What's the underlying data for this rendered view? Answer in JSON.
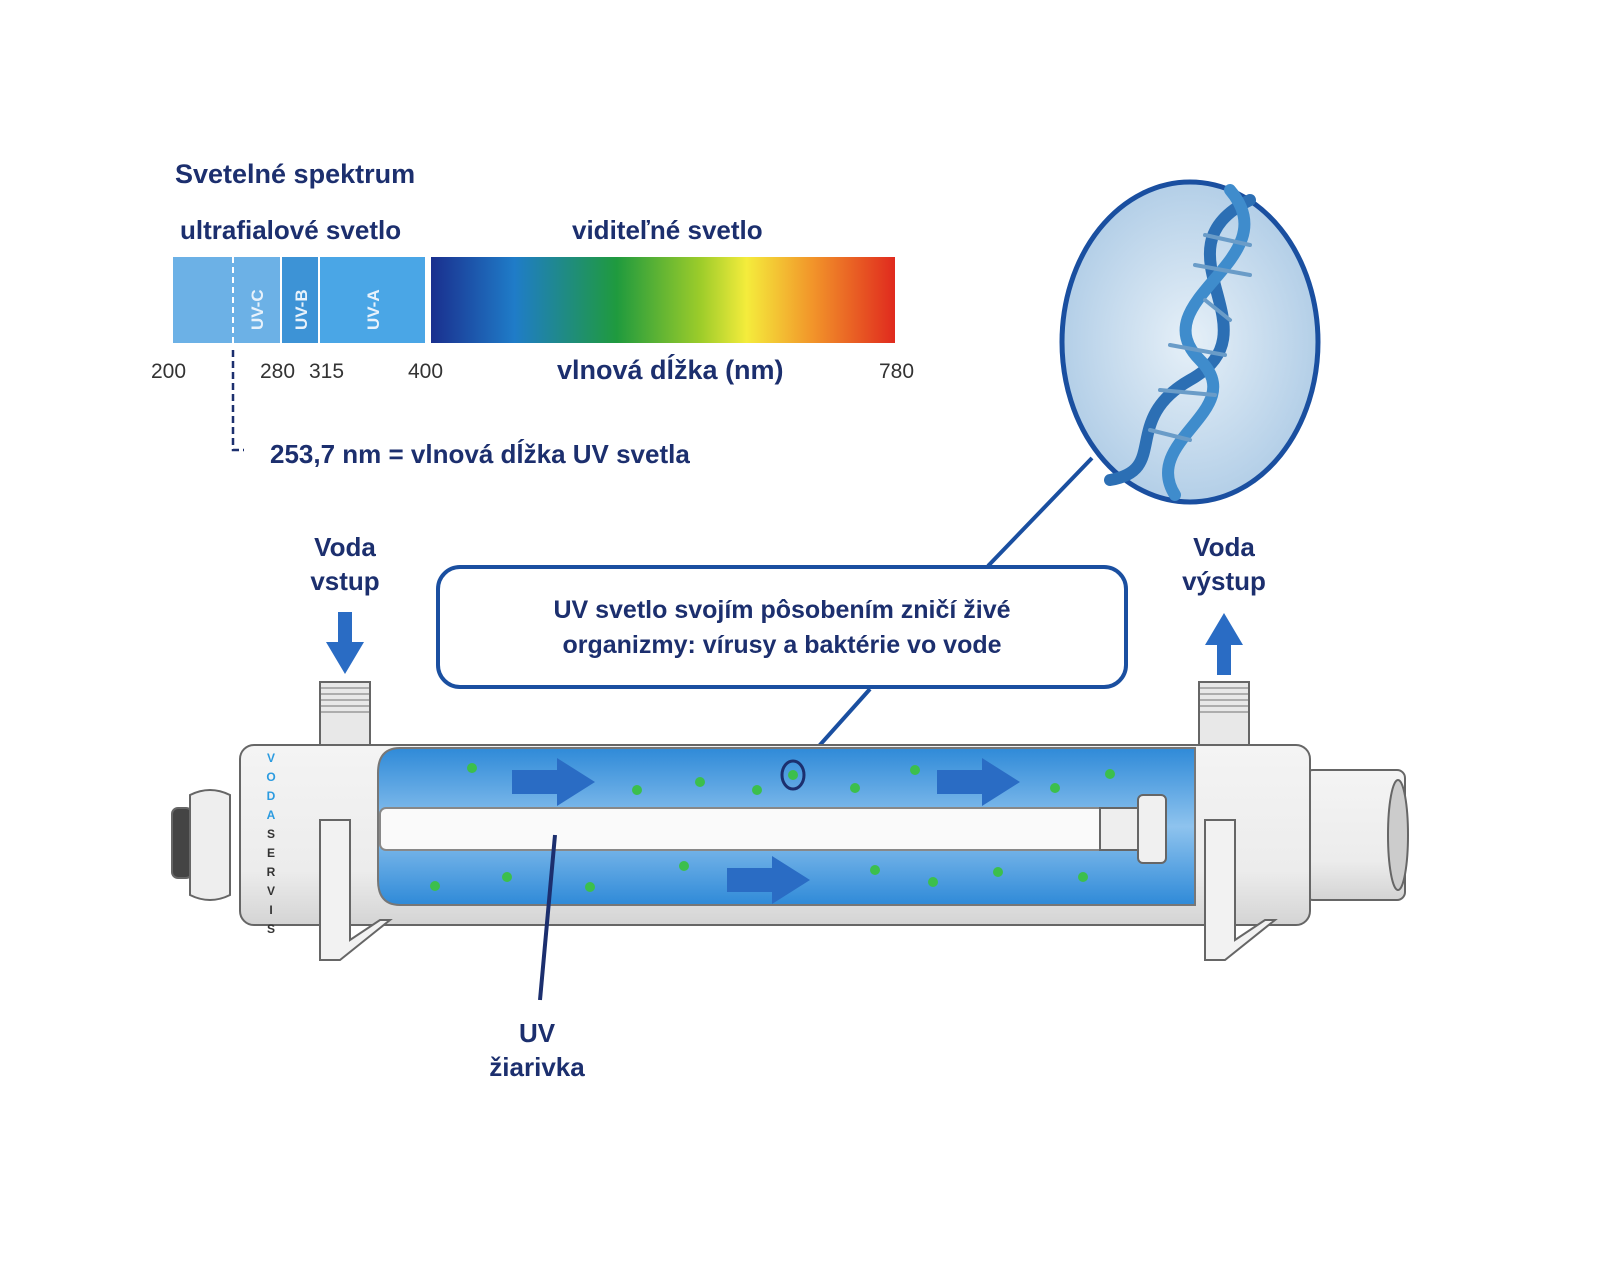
{
  "spectrum": {
    "title": "Svetelné spektrum",
    "uv_label": "ultrafialové svetlo",
    "visible_label": "viditeľné svetlo",
    "bands": [
      "UV-C",
      "UV-B",
      "UV-A"
    ],
    "ticks": [
      "200",
      "280",
      "315",
      "400",
      "780"
    ],
    "axis_label": "vlnová dĺžka (nm)",
    "annotation": "253,7 nm = vlnová dĺžka UV svetla"
  },
  "diagram": {
    "inlet": [
      "Voda",
      "vstup"
    ],
    "outlet": [
      "Voda",
      "výstup"
    ],
    "callout": [
      "UV svetlo svojím pôsobením zničí živé",
      "organizmy: vírusy a baktérie vo vode"
    ],
    "lamp": [
      "UV",
      "žiarivka"
    ],
    "brand_blue": "VODA",
    "brand_dark": "SERVIS"
  },
  "colors": {
    "text": "#1c2f6e",
    "uv": "#4da3e0",
    "water": "#3a8fdc",
    "arrow": "#2a6cc4"
  }
}
